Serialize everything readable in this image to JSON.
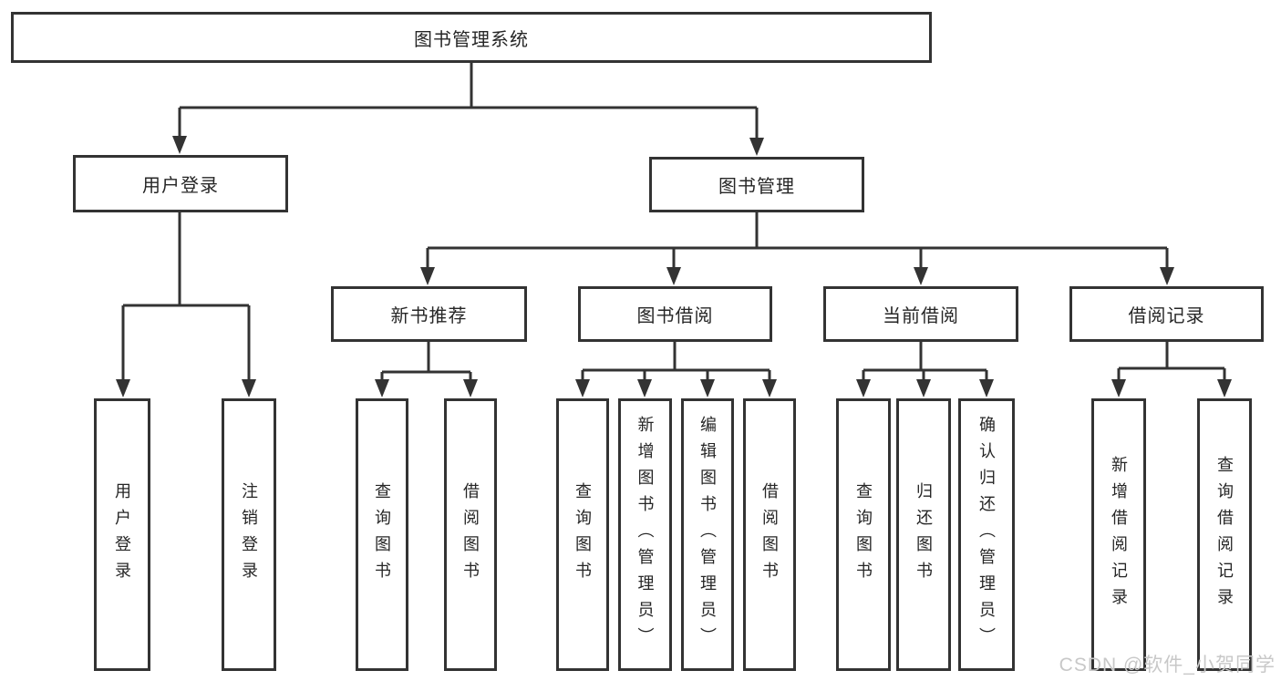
{
  "diagram": {
    "root": {
      "label": "图书管理系统"
    },
    "level2": {
      "user_login": {
        "label": "用户登录"
      },
      "book_management": {
        "label": "图书管理"
      }
    },
    "level3": {
      "new_book_recommend": {
        "label": "新书推荐"
      },
      "book_borrow": {
        "label": "图书借阅"
      },
      "current_borrow": {
        "label": "当前借阅"
      },
      "borrow_records": {
        "label": "借阅记录"
      }
    },
    "leaves": {
      "user_login_leaf": {
        "label": "用户登录"
      },
      "logout": {
        "label": "注销登录"
      },
      "nb_query_books": {
        "label": "查询图书"
      },
      "nb_borrow_books": {
        "label": "借阅图书"
      },
      "bb_query_books": {
        "label": "查询图书"
      },
      "bb_add_books": {
        "label": "新增图书（管理员）"
      },
      "bb_edit_books": {
        "label": "编辑图书（管理员）"
      },
      "bb_borrow_books": {
        "label": "借阅图书"
      },
      "cb_query_books": {
        "label": "查询图书"
      },
      "cb_return_books": {
        "label": "归还图书"
      },
      "cb_confirm_return": {
        "label": "确认归还（管理员）"
      },
      "br_add_record": {
        "label": "新增借阅记录"
      },
      "br_query_record": {
        "label": "查询借阅记录"
      }
    }
  },
  "watermark": {
    "text": "CSDN @软件_小贺同学"
  },
  "colors": {
    "line": "#333333",
    "text": "#262626",
    "background": "#ffffff",
    "watermark": "#c8c8c8"
  }
}
